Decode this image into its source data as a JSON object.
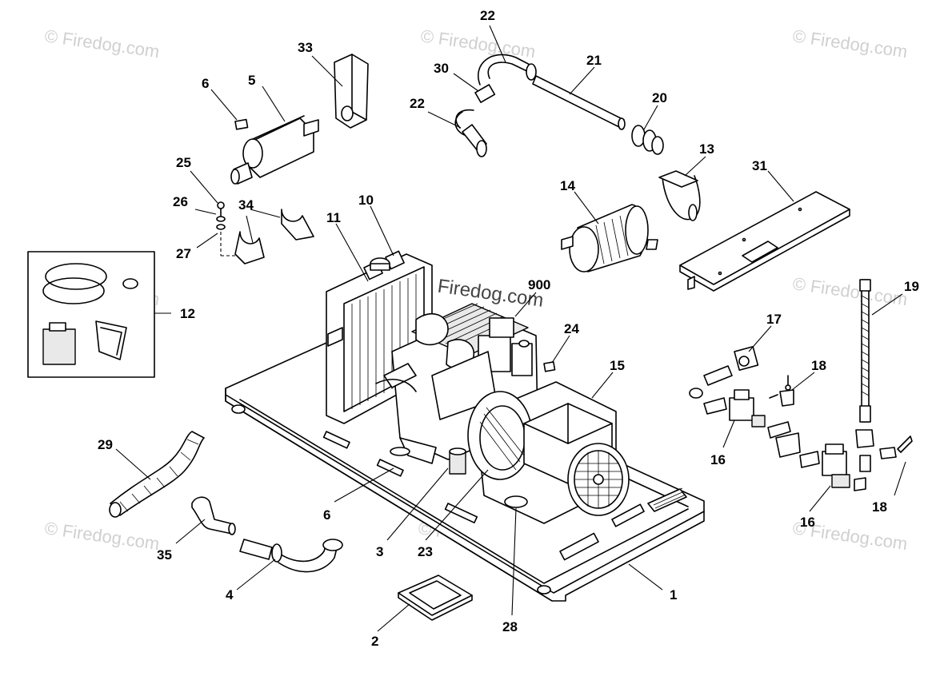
{
  "watermark": "© Firedog.com",
  "callouts": [
    "22",
    "21",
    "30",
    "20",
    "22",
    "33",
    "6",
    "5",
    "13",
    "31",
    "25",
    "26",
    "34",
    "10",
    "11",
    "14",
    "27",
    "900",
    "12",
    "19",
    "17",
    "24",
    "18",
    "15",
    "29",
    "16",
    "18",
    "6",
    "16",
    "35",
    "3",
    "23",
    "1",
    "4",
    "28",
    "2"
  ]
}
